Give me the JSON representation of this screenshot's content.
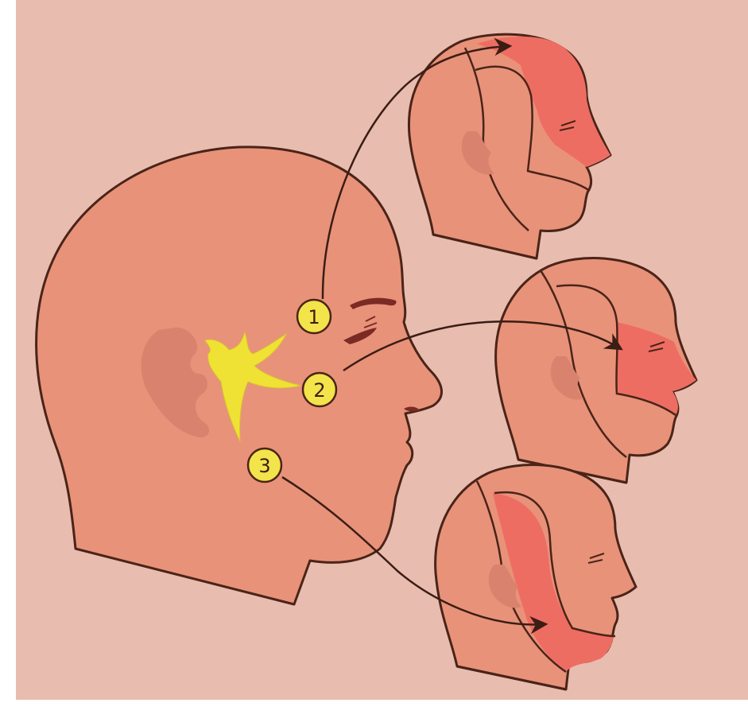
{
  "colors": {
    "background": "#e8bcaf",
    "skin": "#e8927a",
    "skin_light": "#ec9f88",
    "ear": "#d9826d",
    "highlight": "#ee6d62",
    "outline": "#4a2418",
    "nerve": "#f0e234",
    "badge_fill": "#f2e44a",
    "brow": "#7b2a24"
  },
  "badges": [
    {
      "label": "1",
      "branch": "ophthalmic"
    },
    {
      "label": "2",
      "branch": "maxillary"
    },
    {
      "label": "3",
      "branch": "mandibular"
    }
  ],
  "icons": {
    "main_head": "head-profile-icon",
    "nerve": "trigeminal-nerve-icon"
  }
}
